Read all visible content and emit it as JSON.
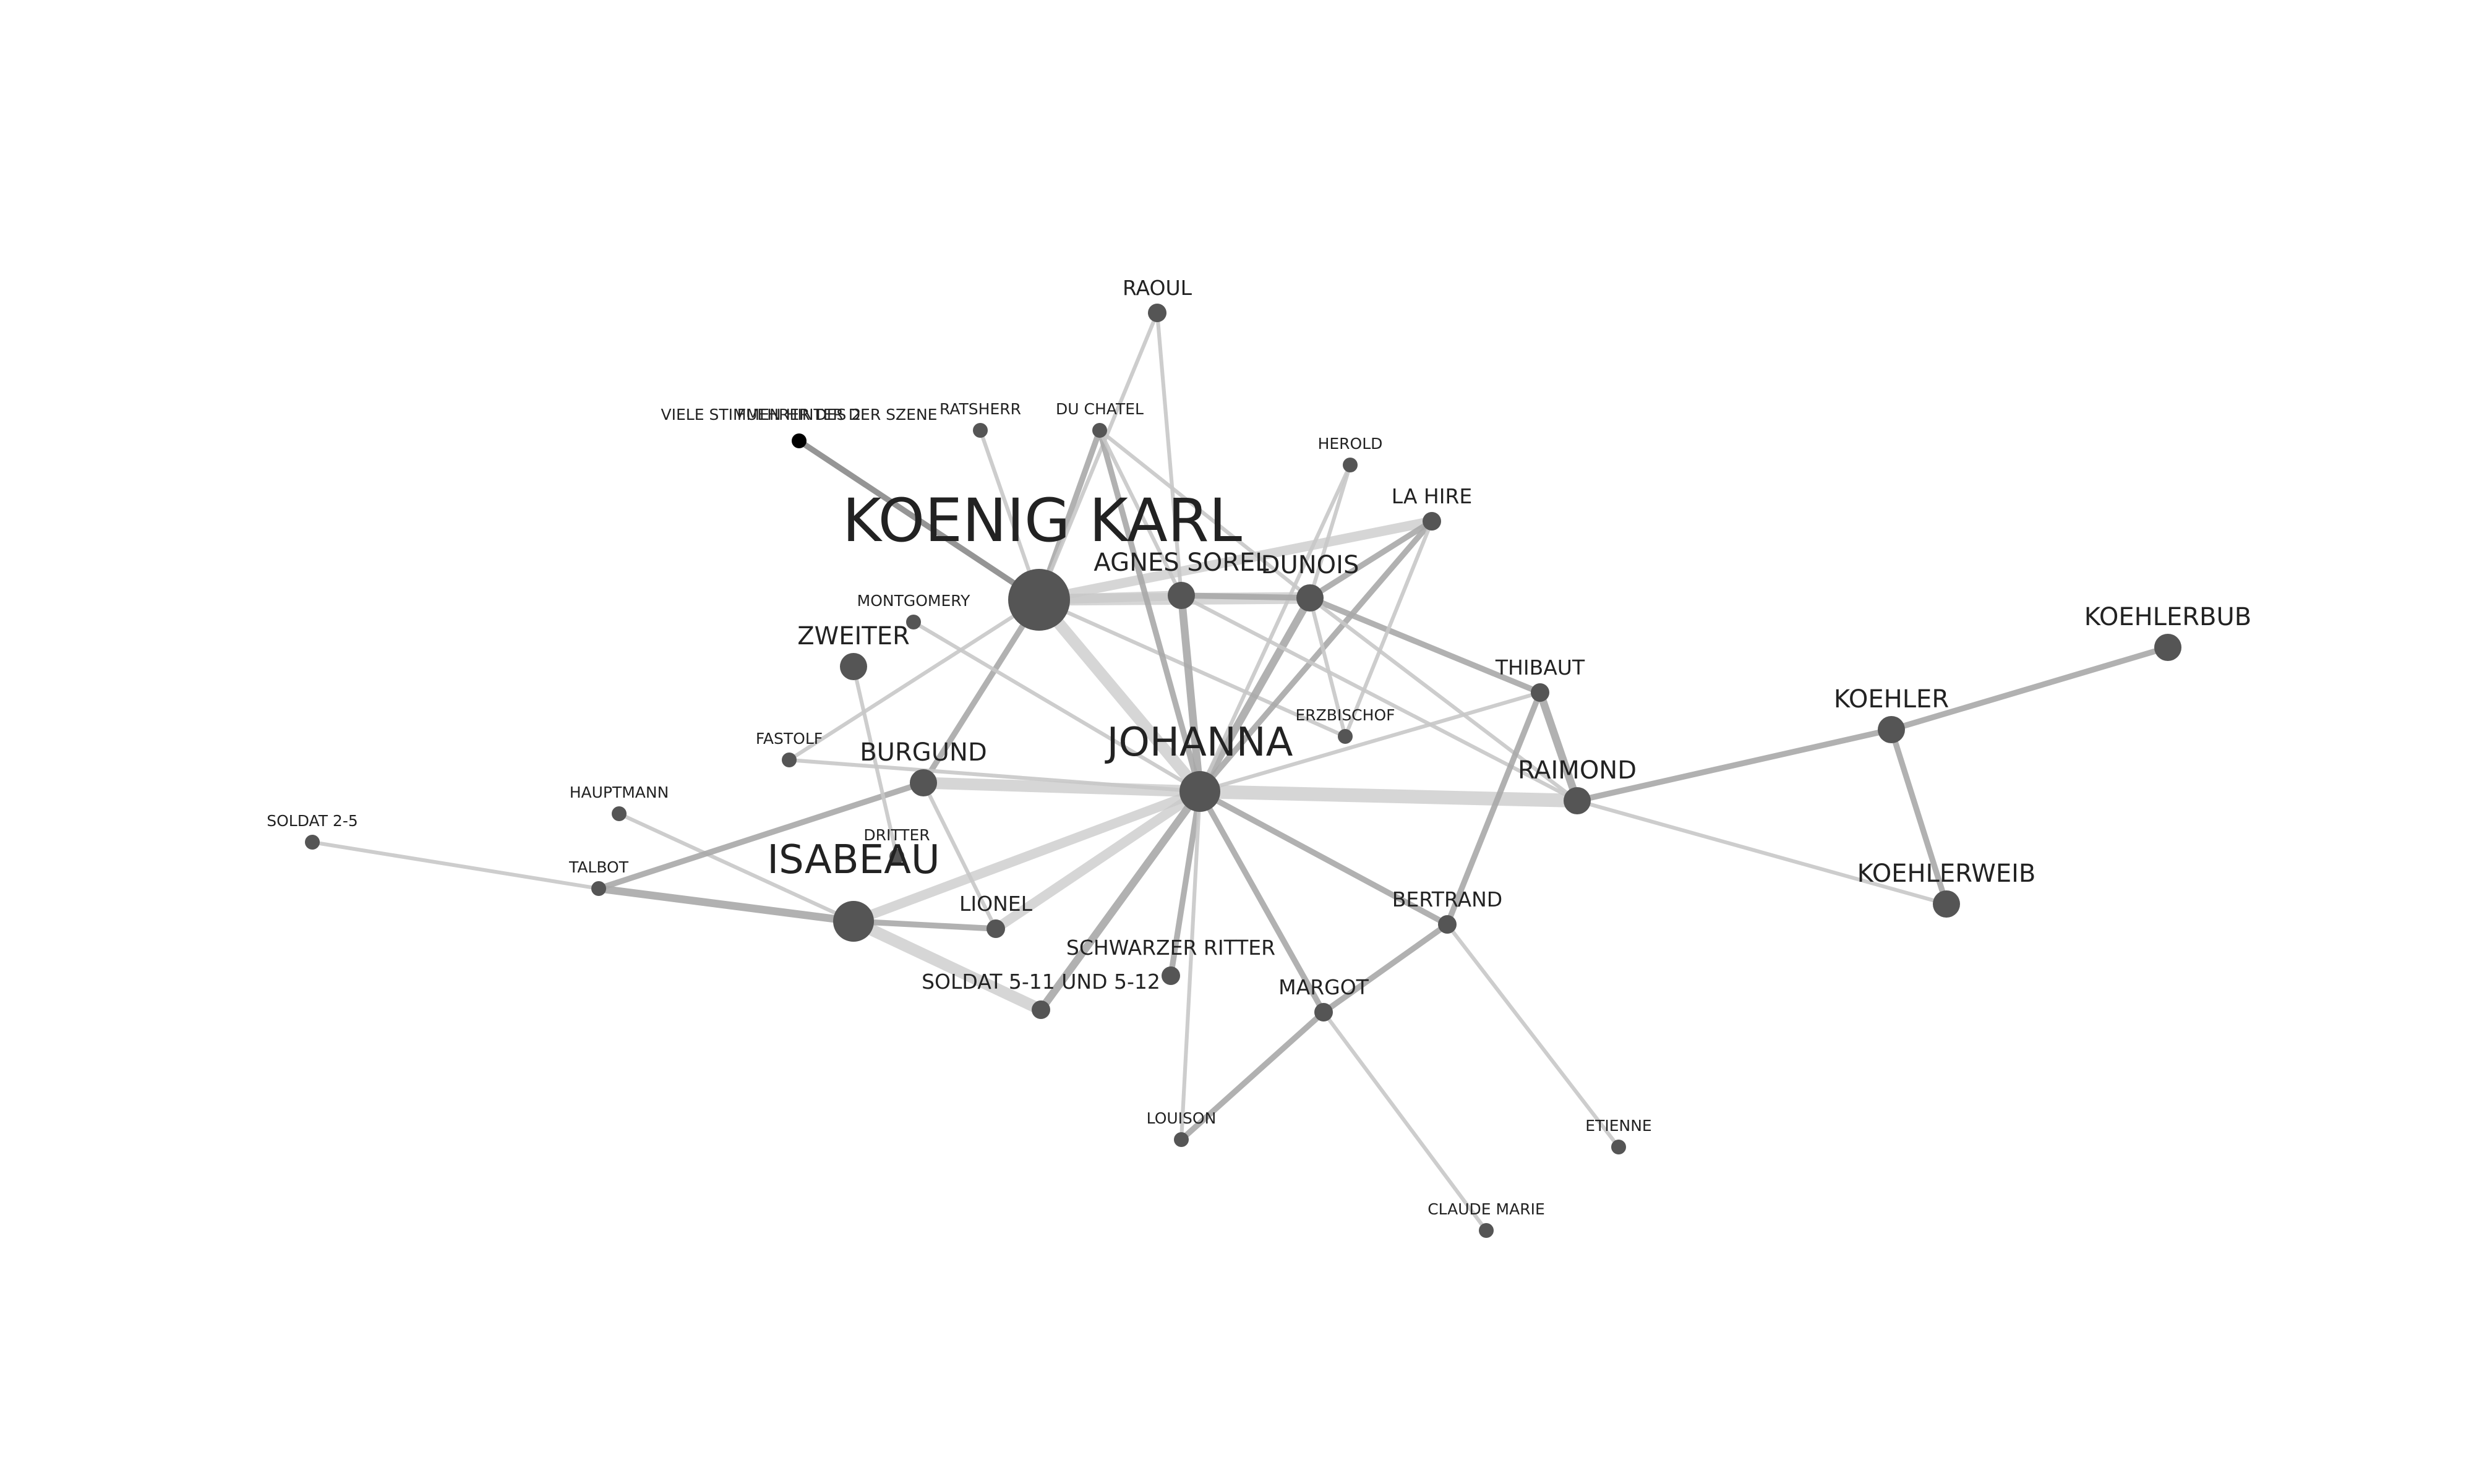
{
  "nodes": [
    {
      "id": "koenig_karl",
      "label": "KOENIG KARL",
      "size": "xl"
    },
    {
      "id": "johanna",
      "label": "JOHANNA",
      "size": "lg"
    },
    {
      "id": "isabeau",
      "label": "ISABEAU",
      "size": "lg"
    },
    {
      "id": "agnes_sorel",
      "label": "AGNES SOREL",
      "size": "md"
    },
    {
      "id": "dunois",
      "label": "DUNOIS",
      "size": "md"
    },
    {
      "id": "raimond",
      "label": "RAIMOND",
      "size": "md"
    },
    {
      "id": "koehlerweib",
      "label": "KOEHLERWEIB",
      "size": "md"
    },
    {
      "id": "koehler",
      "label": "KOEHLER",
      "size": "md"
    },
    {
      "id": "koehlerbub",
      "label": "KOEHLERBUB",
      "size": "md"
    },
    {
      "id": "burgund",
      "label": "BURGUND",
      "size": "md"
    },
    {
      "id": "zweiter",
      "label": "ZWEITER",
      "size": "md"
    },
    {
      "id": "thibaut",
      "label": "THIBAUT",
      "size": "sm"
    },
    {
      "id": "margot",
      "label": "MARGOT",
      "size": "sm"
    },
    {
      "id": "lionel",
      "label": "LIONEL",
      "size": "sm"
    },
    {
      "id": "bertrand",
      "label": "BERTRAND",
      "size": "sm"
    },
    {
      "id": "schwarzer_ritter",
      "label": "SCHWARZER RITTER",
      "size": "sm"
    },
    {
      "id": "la_hire",
      "label": "LA HIRE",
      "size": "sm"
    },
    {
      "id": "soldat_5_11",
      "label": "SOLDAT 5-11 UND 5-12",
      "size": "sm"
    },
    {
      "id": "raoul",
      "label": "RAOUL",
      "size": "sm"
    },
    {
      "id": "talbot",
      "label": "TALBOT",
      "size": "xs"
    },
    {
      "id": "erzbischof",
      "label": "ERZBISCHOF",
      "size": "xs"
    },
    {
      "id": "herold",
      "label": "HEROLD",
      "size": "xs"
    },
    {
      "id": "du_chatel",
      "label": "DU CHATEL",
      "size": "xs"
    },
    {
      "id": "ratsherr",
      "label": "RATSHERR",
      "size": "xs"
    },
    {
      "id": "montgomery",
      "label": "MONTGOMERY",
      "size": "xs"
    },
    {
      "id": "fastolf",
      "label": "FASTOLF",
      "size": "xs"
    },
    {
      "id": "hauptmann",
      "label": "HAUPTMANN",
      "size": "xs"
    },
    {
      "id": "dritter",
      "label": "DRITTER",
      "size": "xs"
    },
    {
      "id": "soldat_2_5",
      "label": "SOLDAT 2-5",
      "size": "xs"
    },
    {
      "id": "louison",
      "label": "LOUISON",
      "size": "xs"
    },
    {
      "id": "etienne",
      "label": "ETIENNE",
      "size": "xs"
    },
    {
      "id": "claude_marie",
      "label": "CLAUDE MARIE",
      "size": "xs"
    },
    {
      "id": "viele",
      "label": "VIELE STIMMEN HINTER DER SZENE",
      "size": "xs",
      "color": "#000000"
    },
    {
      "id": "fuehrer",
      "label": "FUEHRER DES 2",
      "size": "none"
    }
  ],
  "edges": [
    {
      "source": "koenig_karl",
      "target": "agnes_sorel",
      "weight": 4
    },
    {
      "source": "koenig_karl",
      "target": "dunois",
      "weight": 5
    },
    {
      "source": "koenig_karl",
      "target": "johanna",
      "weight": 5
    },
    {
      "source": "koenig_karl",
      "target": "burgund",
      "weight": 2
    },
    {
      "source": "koenig_karl",
      "target": "la_hire",
      "weight": 4
    },
    {
      "source": "koenig_karl",
      "target": "du_chatel",
      "weight": 2
    },
    {
      "source": "koenig_karl",
      "target": "ratsherr",
      "weight": 1
    },
    {
      "source": "koenig_karl",
      "target": "viele",
      "weight": 2
    },
    {
      "source": "koenig_karl",
      "target": "fastolf",
      "weight": 1
    },
    {
      "source": "koenig_karl",
      "target": "erzbischof",
      "weight": 1
    },
    {
      "source": "koenig_karl",
      "target": "raoul",
      "weight": 1
    },
    {
      "source": "johanna",
      "target": "agnes_sorel",
      "weight": 3
    },
    {
      "source": "johanna",
      "target": "dunois",
      "weight": 3
    },
    {
      "source": "johanna",
      "target": "raimond",
      "weight": 6
    },
    {
      "source": "johanna",
      "target": "burgund",
      "weight": 5
    },
    {
      "source": "johanna",
      "target": "isabeau",
      "weight": 4
    },
    {
      "source": "johanna",
      "target": "lionel",
      "weight": 4
    },
    {
      "source": "johanna",
      "target": "margot",
      "weight": 2
    },
    {
      "source": "johanna",
      "target": "bertrand",
      "weight": 2
    },
    {
      "source": "johanna",
      "target": "schwarzer_ritter",
      "weight": 2
    },
    {
      "source": "johanna",
      "target": "louison",
      "weight": 1
    },
    {
      "source": "johanna",
      "target": "thibaut",
      "weight": 1
    },
    {
      "source": "johanna",
      "target": "la_hire",
      "weight": 2
    },
    {
      "source": "johanna",
      "target": "montgomery",
      "weight": 1
    },
    {
      "source": "johanna",
      "target": "fastolf",
      "weight": 1
    },
    {
      "source": "johanna",
      "target": "herold",
      "weight": 1
    },
    {
      "source": "johanna",
      "target": "du_chatel",
      "weight": 2
    },
    {
      "source": "johanna",
      "target": "soldat_5_11",
      "weight": 3
    },
    {
      "source": "isabeau",
      "target": "talbot",
      "weight": 3
    },
    {
      "source": "isabeau",
      "target": "soldat_5_11",
      "weight": 5
    },
    {
      "source": "isabeau",
      "target": "lionel",
      "weight": 2
    },
    {
      "source": "isabeau",
      "target": "hauptmann",
      "weight": 1
    },
    {
      "source": "burgund",
      "target": "talbot",
      "weight": 2
    },
    {
      "source": "burgund",
      "target": "lionel",
      "weight": 1
    },
    {
      "source": "zweiter",
      "target": "dritter",
      "weight": 1
    },
    {
      "source": "talbot",
      "target": "soldat_2_5",
      "weight": 1
    },
    {
      "source": "dunois",
      "target": "la_hire",
      "weight": 2
    },
    {
      "source": "dunois",
      "target": "thibaut",
      "weight": 2
    },
    {
      "source": "dunois",
      "target": "erzbischof",
      "weight": 1
    },
    {
      "source": "dunois",
      "target": "herold",
      "weight": 1
    },
    {
      "source": "dunois",
      "target": "du_chatel",
      "weight": 1
    },
    {
      "source": "dunois",
      "target": "raimond",
      "weight": 1
    },
    {
      "source": "agnes_sorel",
      "target": "dunois",
      "weight": 2
    },
    {
      "source": "agnes_sorel",
      "target": "du_chatel",
      "weight": 1
    },
    {
      "source": "agnes_sorel",
      "target": "raoul",
      "weight": 1
    },
    {
      "source": "agnes_sorel",
      "target": "raimond",
      "weight": 1
    },
    {
      "source": "raimond",
      "target": "thibaut",
      "weight": 3
    },
    {
      "source": "raimond",
      "target": "koehler",
      "weight": 2
    },
    {
      "source": "raimond",
      "target": "koehlerweib",
      "weight": 1
    },
    {
      "source": "koehler",
      "target": "koehlerbub",
      "weight": 2
    },
    {
      "source": "koehler",
      "target": "koehlerweib",
      "weight": 2
    },
    {
      "source": "bertrand",
      "target": "thibaut",
      "weight": 2
    },
    {
      "source": "bertrand",
      "target": "margot",
      "weight": 2
    },
    {
      "source": "bertrand",
      "target": "etienne",
      "weight": 1
    },
    {
      "source": "margot",
      "target": "louison",
      "weight": 2
    },
    {
      "source": "margot",
      "target": "claude_marie",
      "weight": 1
    },
    {
      "source": "erzbischof",
      "target": "la_hire",
      "weight": 1
    }
  ]
}
